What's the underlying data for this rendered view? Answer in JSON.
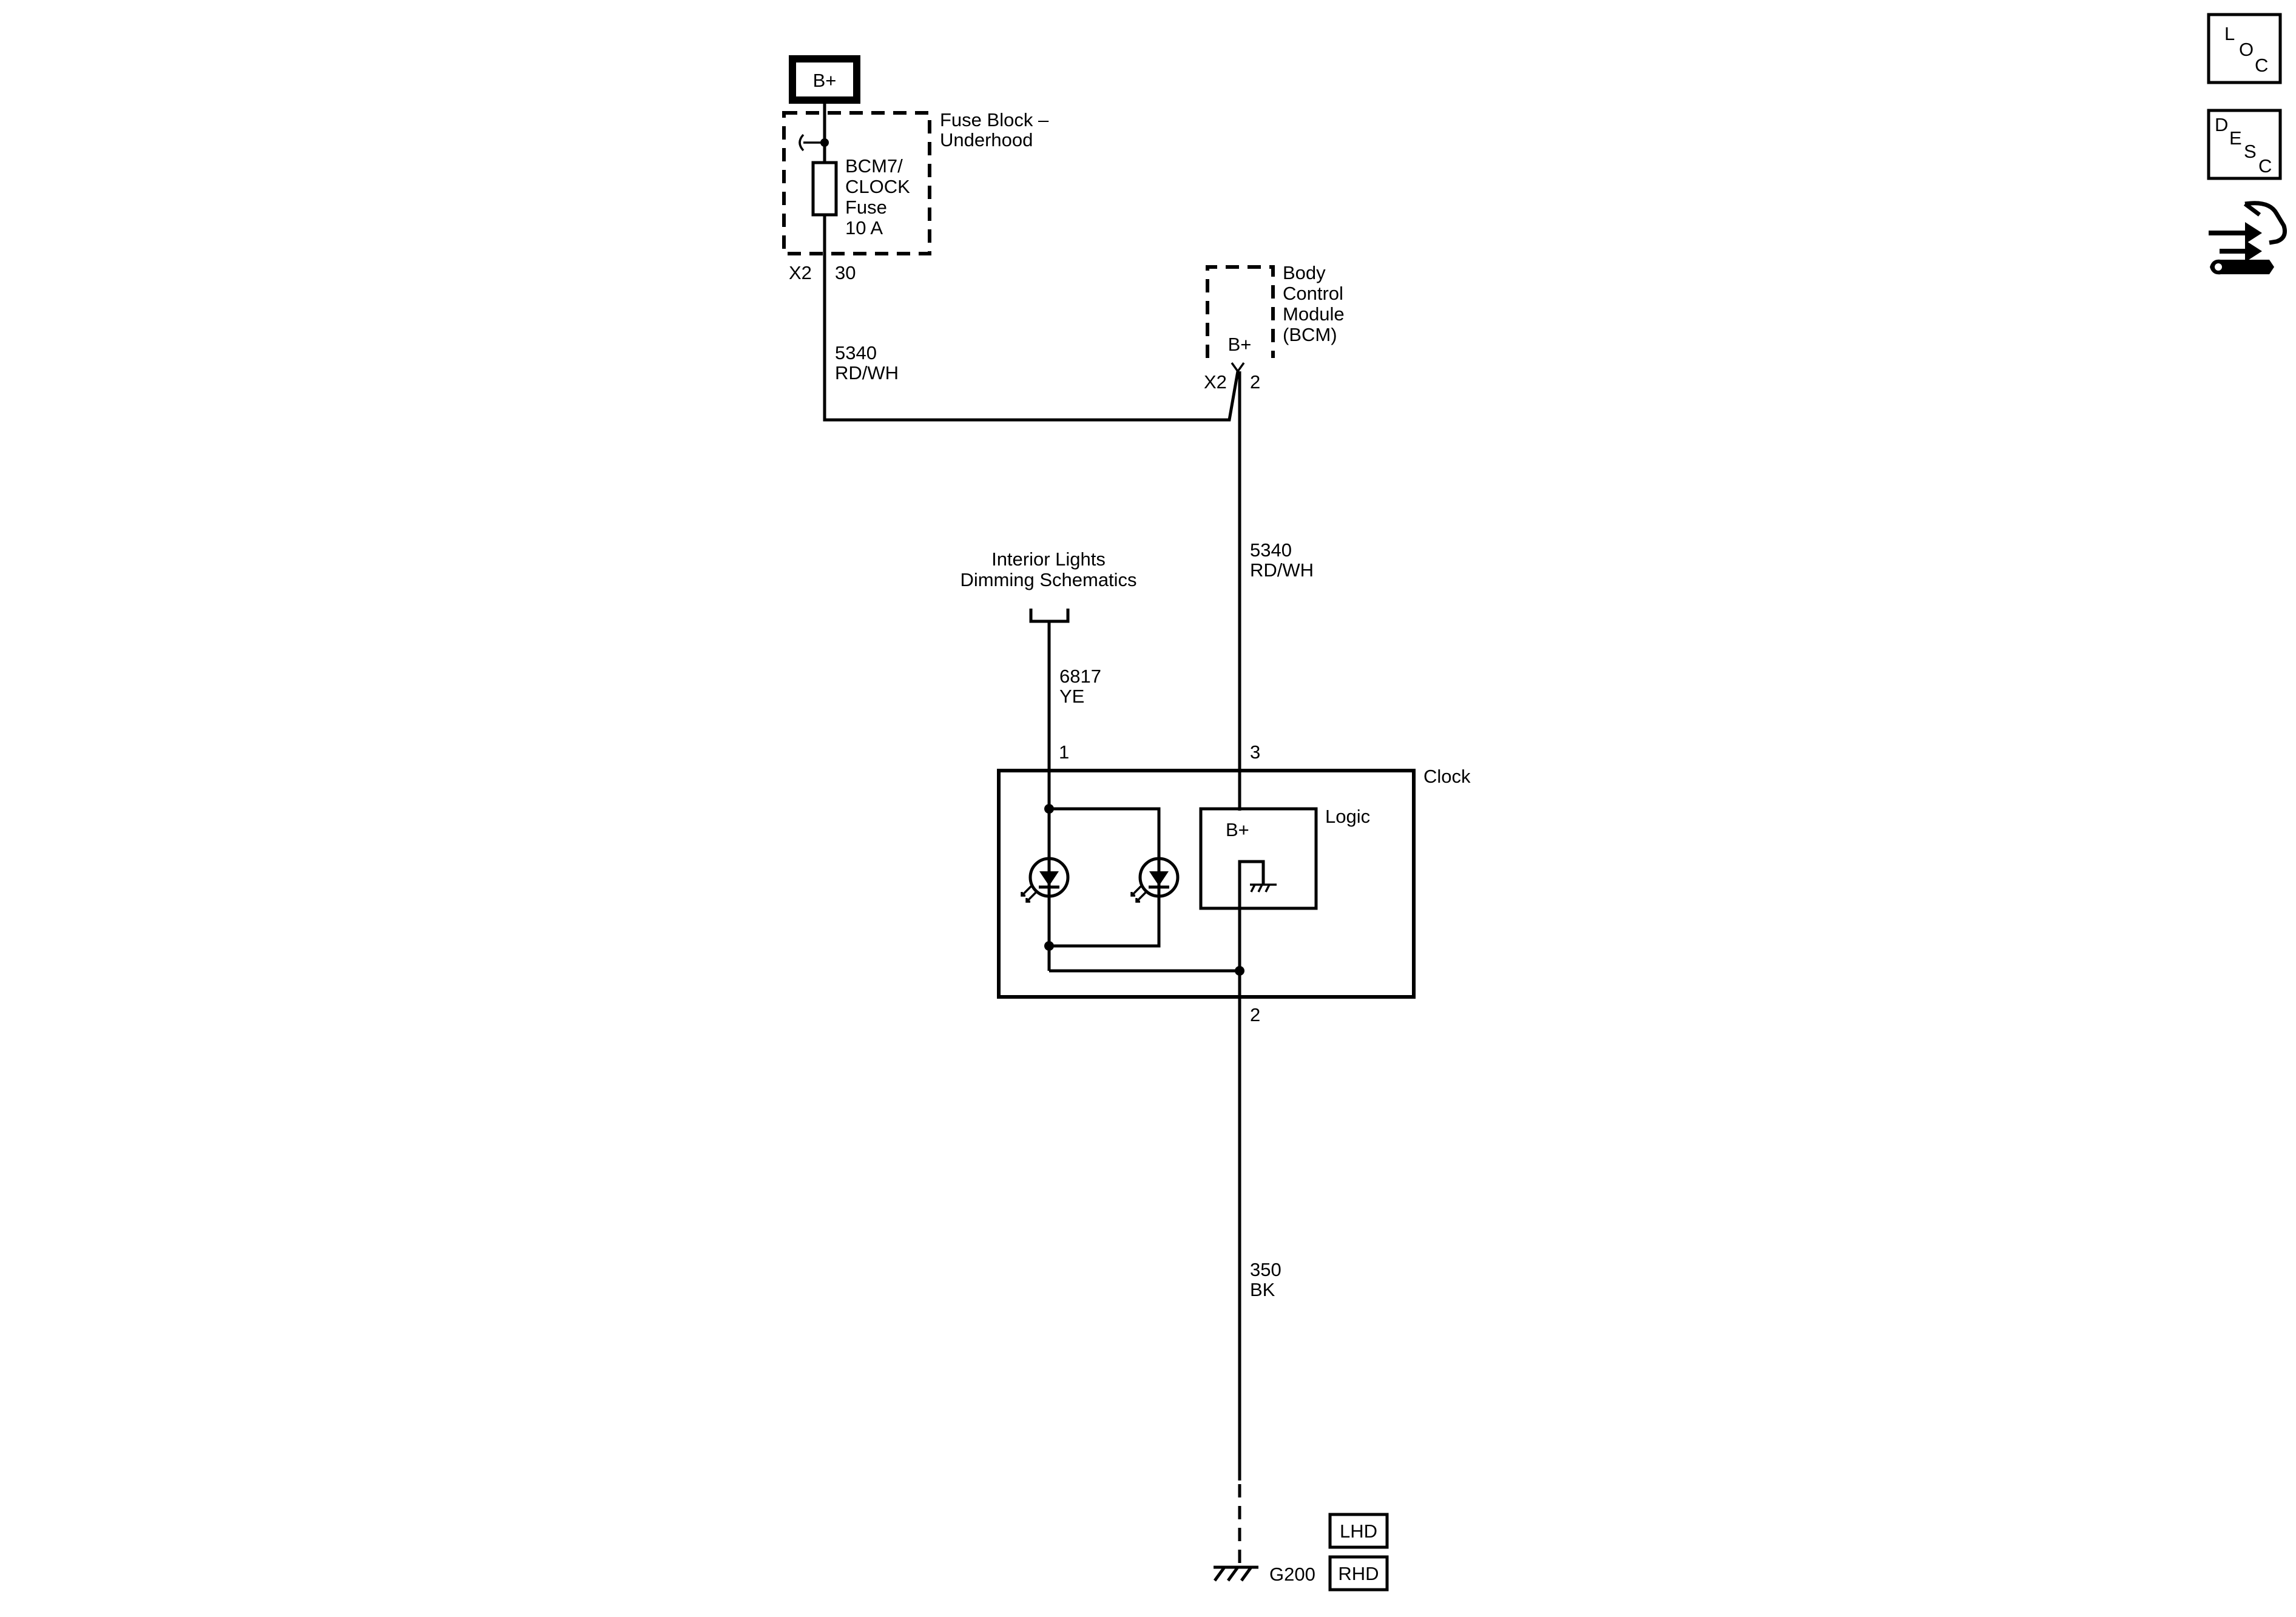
{
  "battery": {
    "label": "B+"
  },
  "fuse_block": {
    "title_line1": "Fuse Block –",
    "title_line2": "Underhood",
    "fuse_line1": "BCM7/",
    "fuse_line2": "CLOCK",
    "fuse_line3": "Fuse",
    "fuse_line4": "10 A",
    "connector": "X2",
    "pin": "30"
  },
  "bcm": {
    "line1": "Body",
    "line2": "Control",
    "line3": "Module",
    "line4": "(BCM)",
    "terminal": "B+",
    "connector": "X2",
    "pin": "2"
  },
  "wires": {
    "w5340a": {
      "circuit": "5340",
      "color": "RD/WH"
    },
    "w5340b": {
      "circuit": "5340",
      "color": "RD/WH"
    },
    "w6817": {
      "circuit": "6817",
      "color": "YE"
    },
    "w350": {
      "circuit": "350",
      "color": "BK"
    }
  },
  "dimming": {
    "line1": "Interior Lights",
    "line2": "Dimming Schematics"
  },
  "clock": {
    "title": "Clock",
    "pin1": "1",
    "pin3": "3",
    "pin2": "2",
    "logic_label": "Logic",
    "logic_terminal": "B+"
  },
  "ground": {
    "label": "G200",
    "lhd": "LHD",
    "rhd": "RHD"
  },
  "sidebar": {
    "loc": [
      "L",
      "O",
      "C"
    ],
    "desc": [
      "D",
      "E",
      "S",
      "C"
    ]
  }
}
